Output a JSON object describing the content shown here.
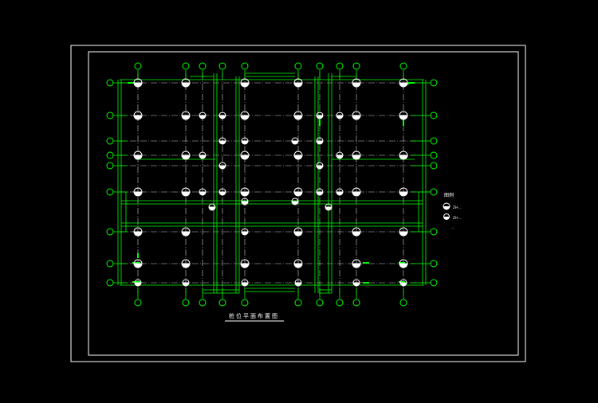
{
  "drawing": {
    "title": "桩位平面布置图",
    "legend": {
      "heading": "图例",
      "items": [
        {
          "symbol": "pile-type-a-icon",
          "text": "ZH-..."
        },
        {
          "symbol": "pile-type-b-icon",
          "text": "ZH-..."
        }
      ],
      "note": "..."
    }
  },
  "colors": {
    "background": "#000000",
    "frame": "#ffffff",
    "grid": "#00ff00",
    "axis_line": "#cccccc",
    "pile": "#ffffff"
  }
}
